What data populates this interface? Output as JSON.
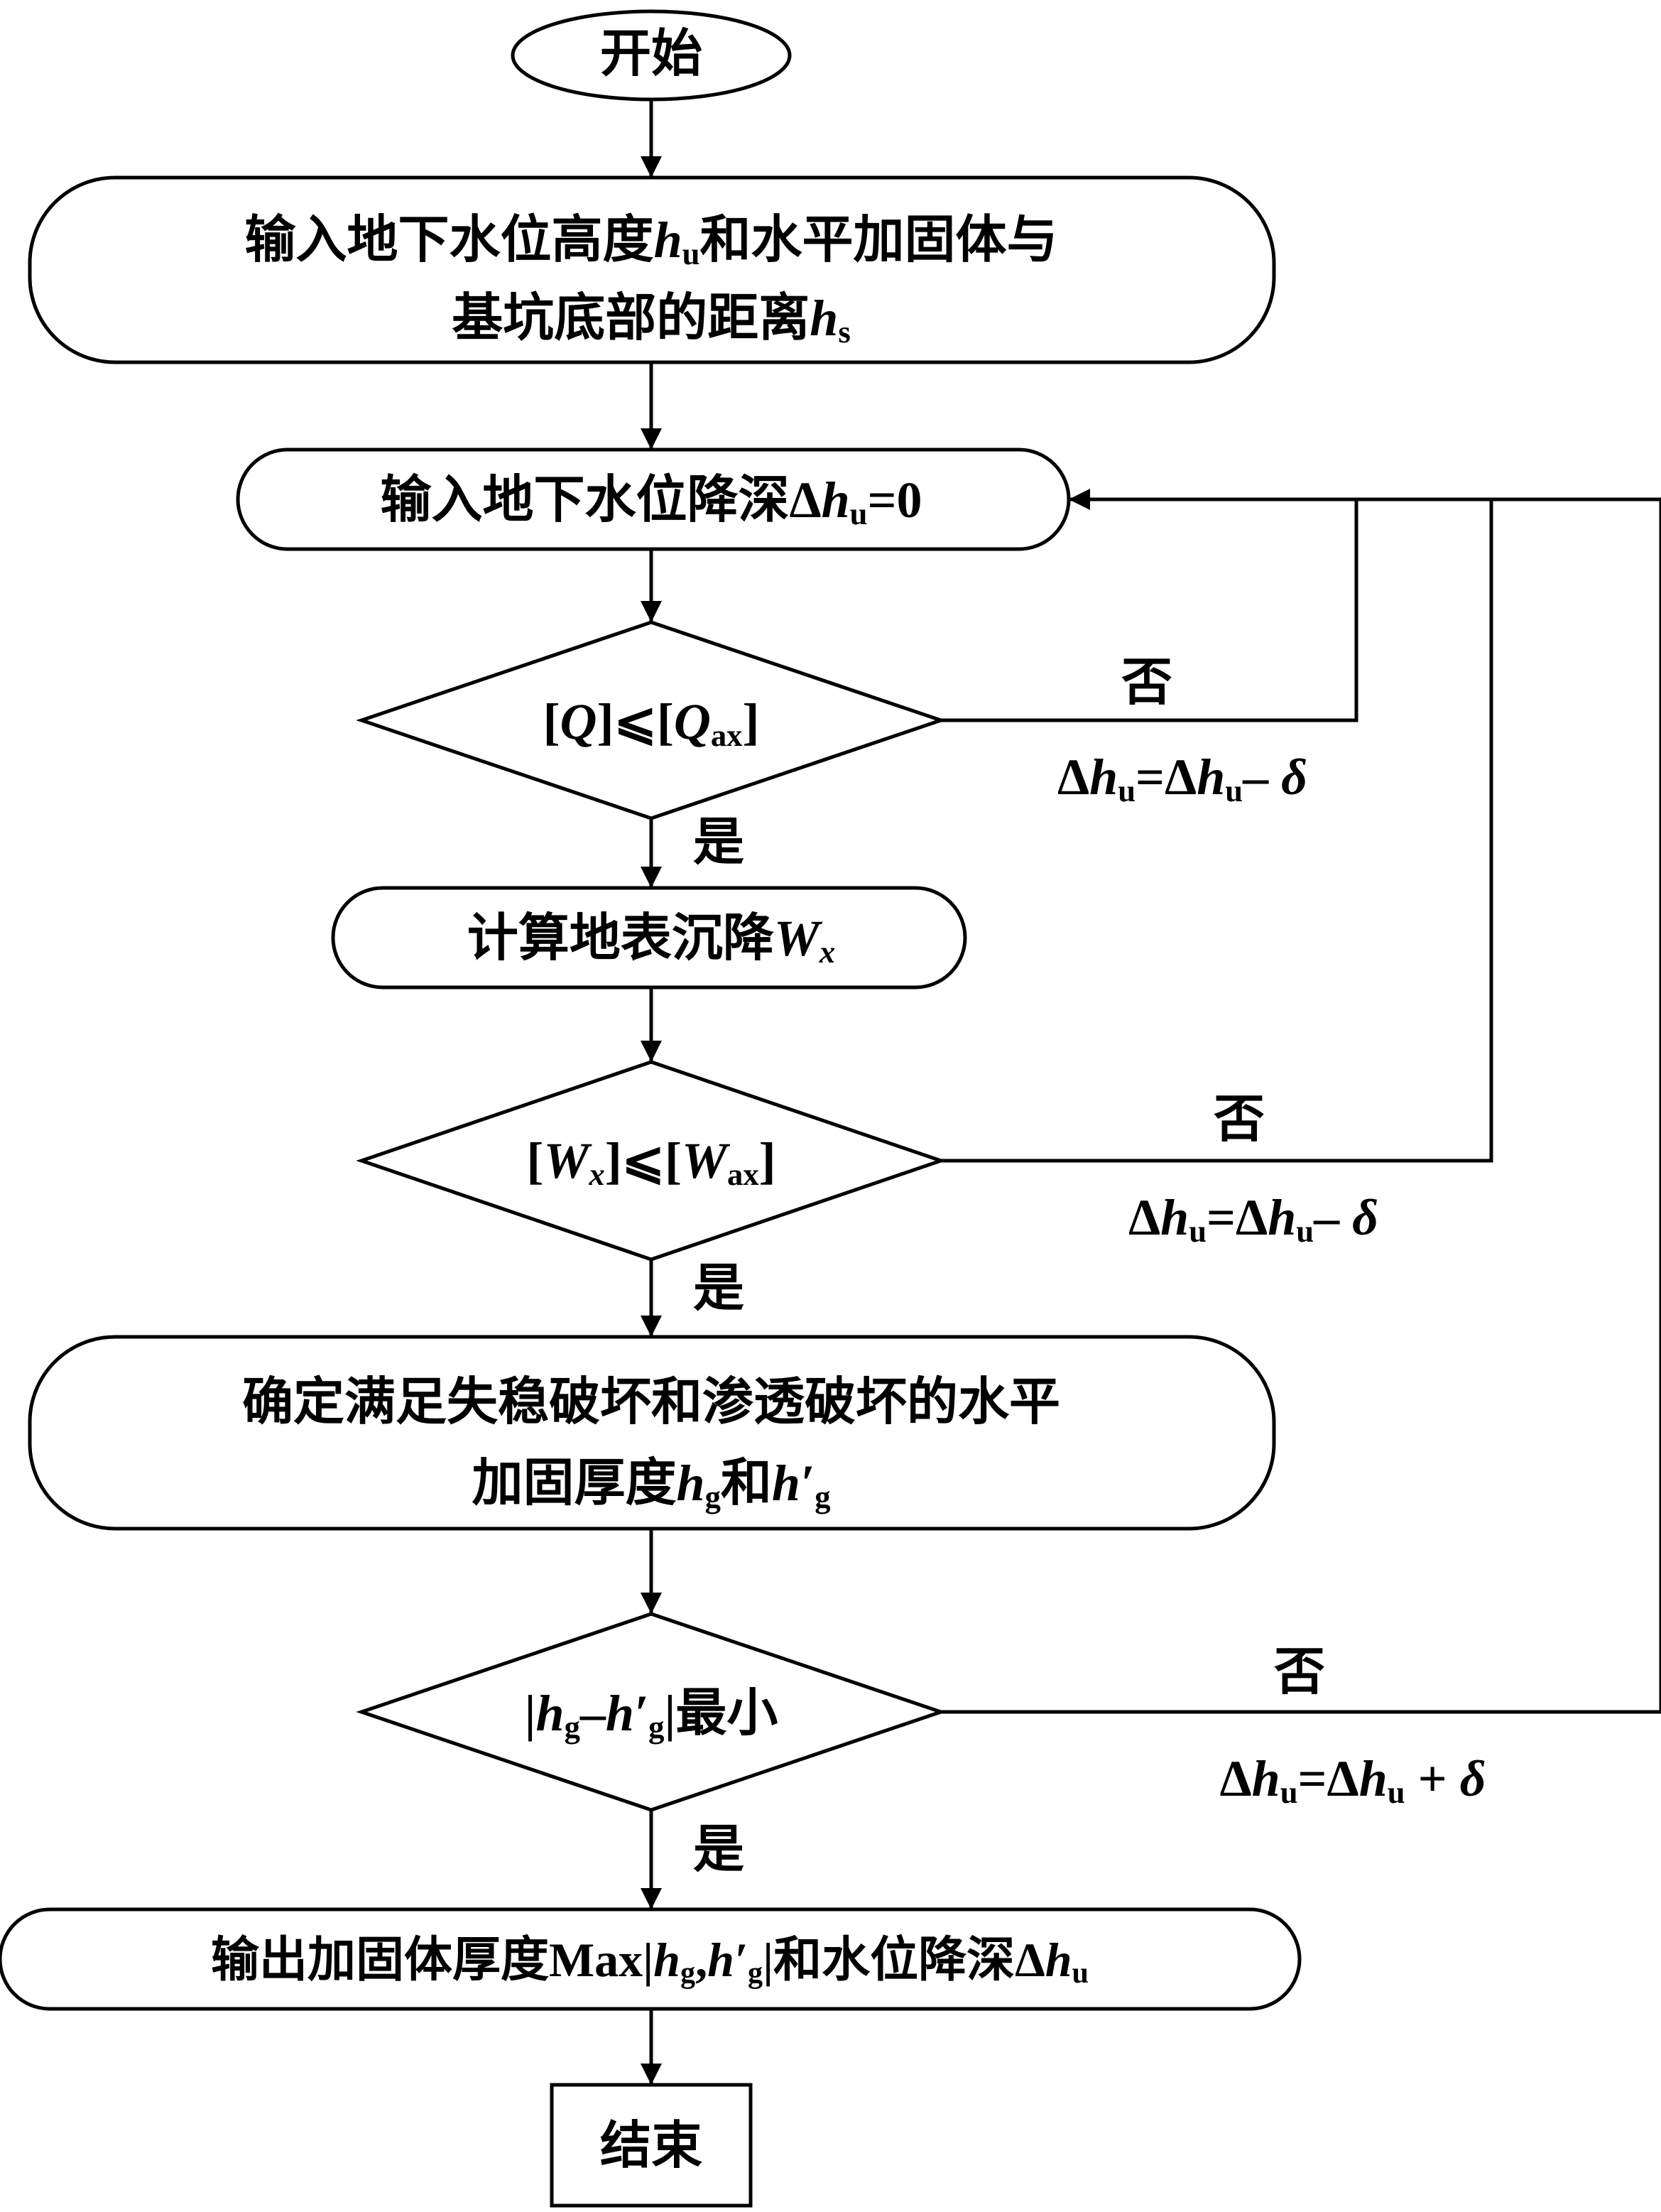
{
  "flowchart": {
    "start": "开始",
    "step_input_heights": {
      "line1_a": "输入地下水位高度",
      "line1_var": "h",
      "line1_sub": "u",
      "line1_b": "和水平加固体与",
      "line2_a": "基坑底部的距离",
      "line2_var": "h",
      "line2_sub": "s"
    },
    "step_input_drawdown": {
      "a": "输入地下水位降深Δ",
      "var": "h",
      "sub": "u",
      "b": "=0"
    },
    "decision_flow": {
      "a": "[",
      "v1": "Q",
      "b": "]⩽[",
      "v2": "Q",
      "sub2": "ax",
      "c": "]"
    },
    "step_settlement": {
      "a": "计算地表沉降",
      "var": "W",
      "sub": "x"
    },
    "decision_settlement": {
      "a": "[",
      "v1": "W",
      "sub1": "x",
      "b": "]⩽[",
      "v2": "W",
      "sub2": "ax",
      "c": "]"
    },
    "step_thickness": {
      "line1": "确定满足失稳破坏和渗透破坏的水平",
      "line2_a": "加固厚度",
      "line2_var1": "h",
      "line2_sub1": "g",
      "line2_mid": "和",
      "line2_var2": "h′",
      "line2_sub2": "g"
    },
    "decision_min": {
      "a": "|",
      "v1": "h",
      "sub1": "g",
      "dash": "–",
      "v2": "h′",
      "sub2": "g",
      "b": "|最小"
    },
    "step_output": {
      "a": "输出加固体厚度Max|",
      "v1": "h",
      "sub1": "g",
      "comma": ",",
      "v2": "h′",
      "sub2": "g",
      "b": "|和水位降深Δ",
      "v3": "h",
      "sub3": "u"
    },
    "end": "结束",
    "yes_label": "是",
    "no_label": "否",
    "update_minus": {
      "delta1": "Δ",
      "var1": "h",
      "sub1": "u",
      "eq": "=Δ",
      "var2": "h",
      "sub2": "u",
      "op": "– ",
      "step": "δ"
    },
    "update_plus": {
      "delta1": "Δ",
      "var1": "h",
      "sub1": "u",
      "eq": "=Δ",
      "var2": "h",
      "sub2": "u",
      "op": " + ",
      "step": "δ"
    }
  }
}
